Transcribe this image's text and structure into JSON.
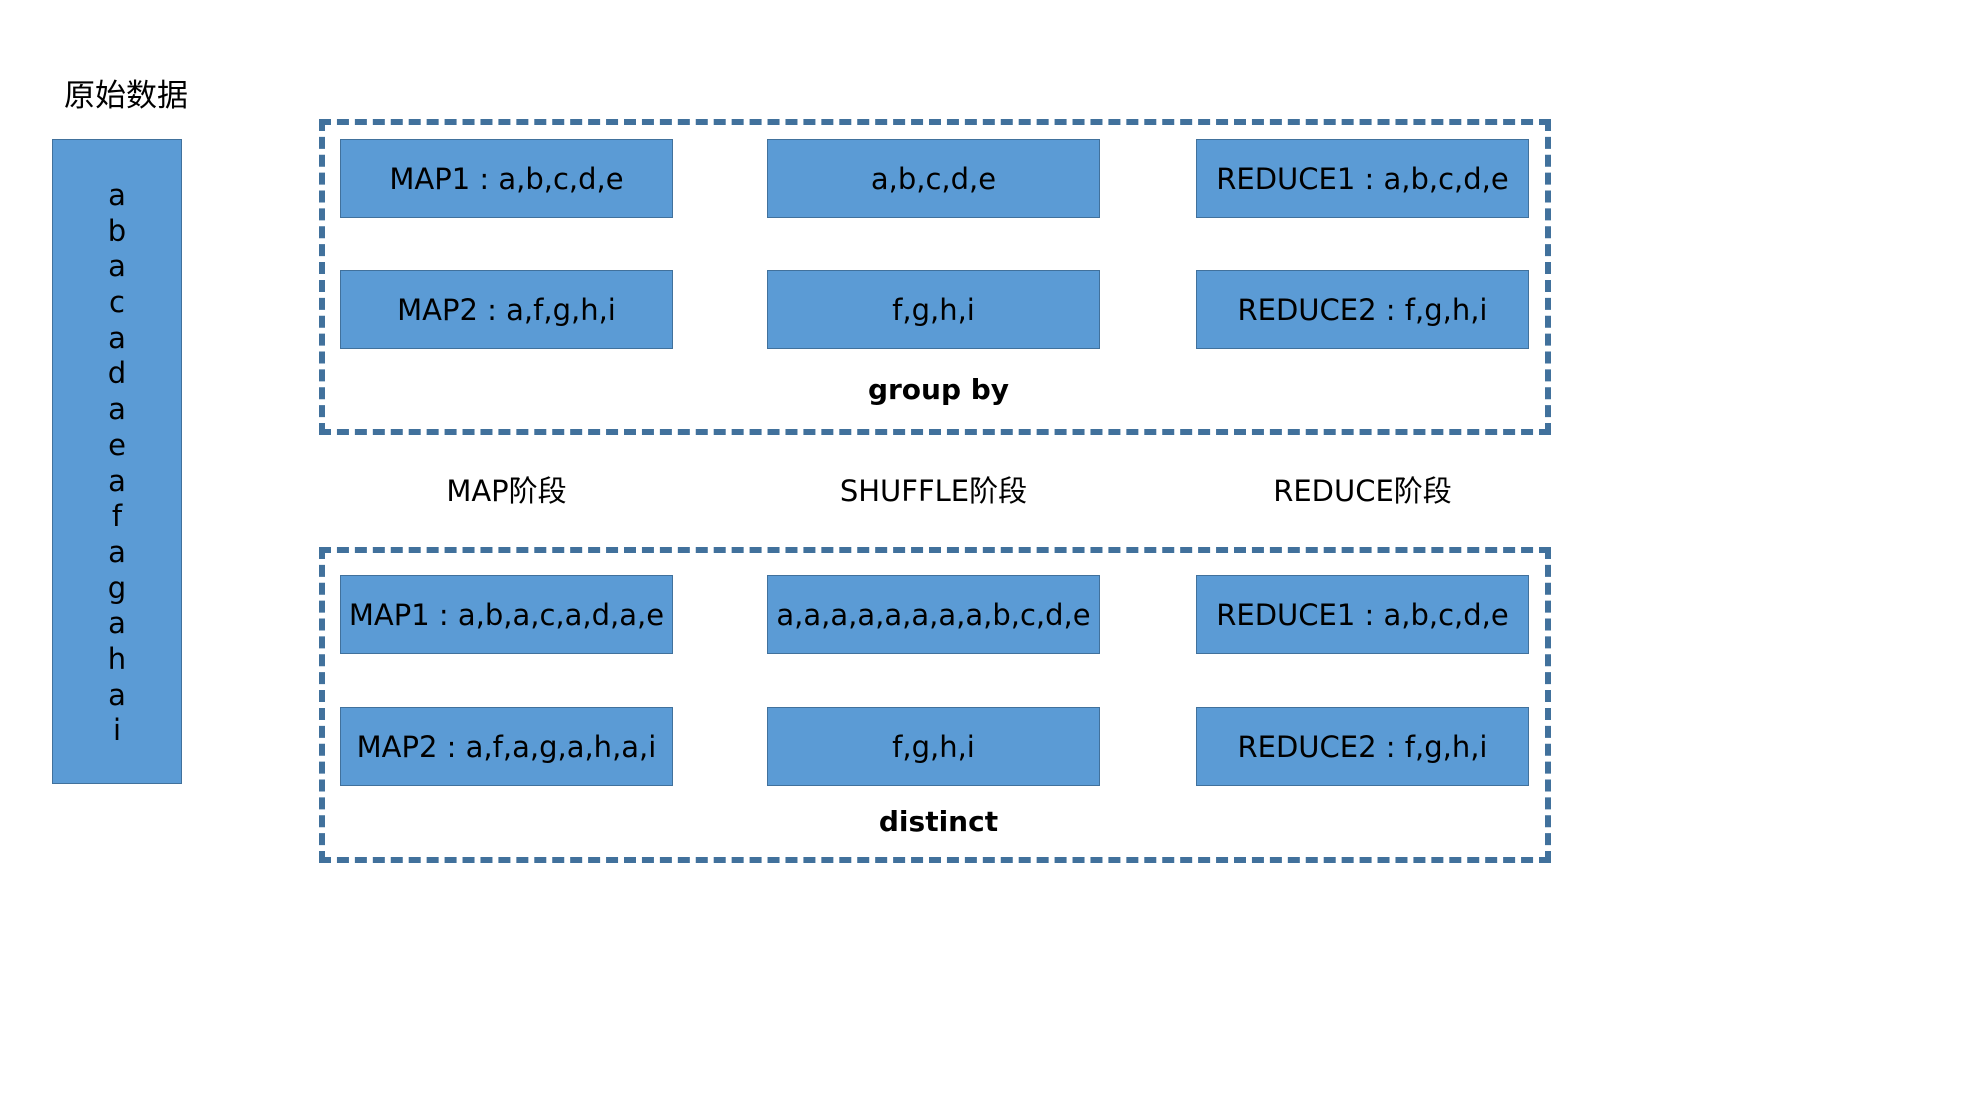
{
  "raw_data": {
    "title": "原始数据",
    "items": [
      "a",
      "b",
      "a",
      "c",
      "a",
      "d",
      "a",
      "e",
      "a",
      "f",
      "a",
      "g",
      "a",
      "h",
      "a",
      "i"
    ]
  },
  "group_by": {
    "label": "group  by",
    "map": [
      "MAP1 : a,b,c,d,e",
      "MAP2 : a,f,g,h,i"
    ],
    "shuffle": [
      "a,b,c,d,e",
      "f,g,h,i"
    ],
    "reduce": [
      "REDUCE1 : a,b,c,d,e",
      "REDUCE2 : f,g,h,i"
    ]
  },
  "phases": {
    "map": "MAP阶段",
    "shuffle": "SHUFFLE阶段",
    "reduce": "REDUCE阶段"
  },
  "distinct": {
    "label": "distinct",
    "map": [
      "MAP1 : a,b,a,c,a,d,a,e",
      "MAP2 : a,f,a,g,a,h,a,i"
    ],
    "shuffle": [
      "a,a,a,a,a,a,a,a,b,c,d,e",
      "f,g,h,i"
    ],
    "reduce": [
      "REDUCE1 : a,b,c,d,e",
      "REDUCE2 : f,g,h,i"
    ]
  },
  "colors": {
    "box_fill": "#5b9bd5",
    "box_border": "#41719c",
    "dashed_frame": "#41719c"
  }
}
